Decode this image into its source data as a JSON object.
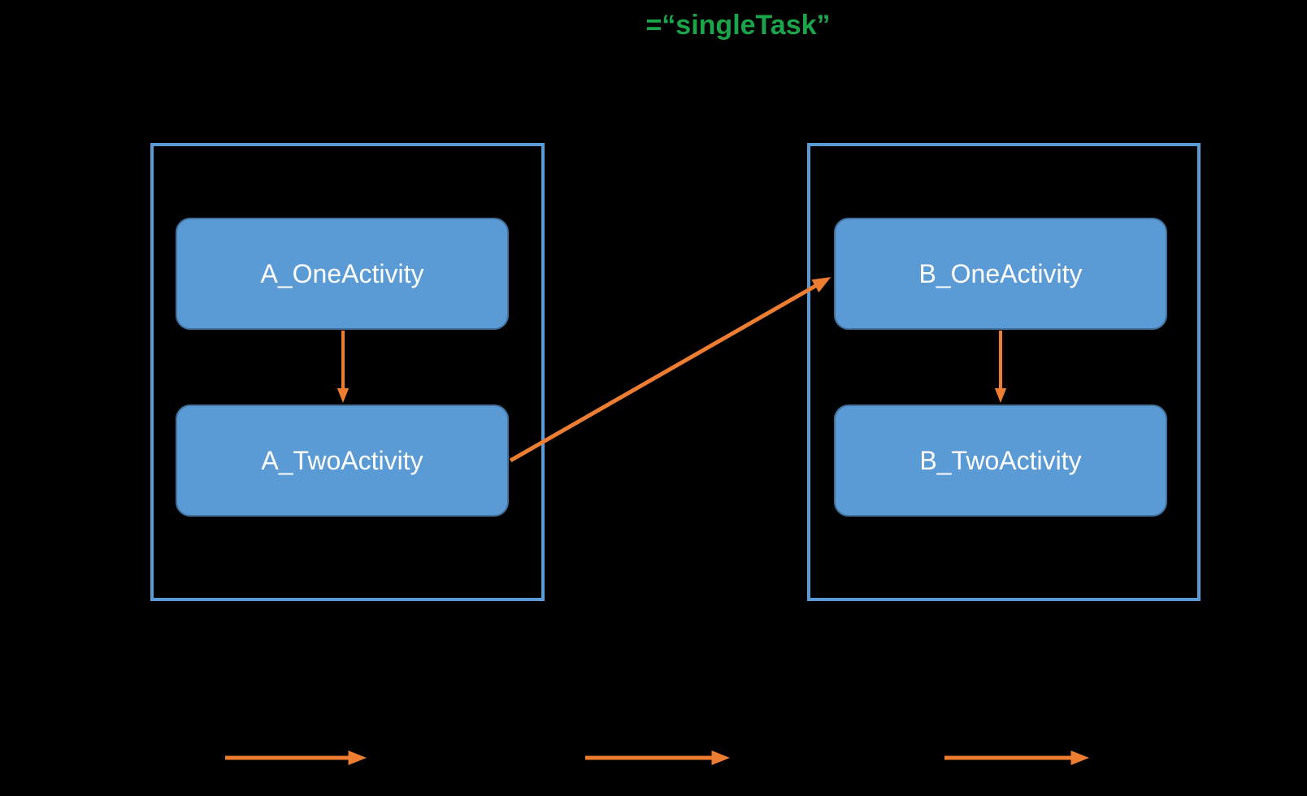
{
  "diagram": {
    "title": {
      "text": "=“singleTask”"
    },
    "tasks": [
      {
        "id": "task-a",
        "activities": [
          {
            "label": "A_OneActivity"
          },
          {
            "label": "A_TwoActivity"
          }
        ]
      },
      {
        "id": "task-b",
        "activities": [
          {
            "label": "B_OneActivity"
          },
          {
            "label": "B_TwoActivity"
          }
        ]
      }
    ],
    "connections": [
      {
        "from": "A_OneActivity",
        "to": "A_TwoActivity",
        "style": "orange-arrow"
      },
      {
        "from": "A_TwoActivity",
        "to": "B_OneActivity",
        "style": "orange-arrow"
      },
      {
        "from": "B_OneActivity",
        "to": "B_TwoActivity",
        "style": "orange-arrow"
      }
    ],
    "legend_arrows": [
      {
        "icon": "orange-arrow"
      },
      {
        "icon": "orange-arrow"
      },
      {
        "icon": "orange-arrow"
      }
    ],
    "colors": {
      "background": "#000000",
      "activity_fill": "#5B9BD5",
      "activity_border": "#41719C",
      "task_border": "#5B9BD5",
      "arrow": "#ED7D31",
      "title_text": "#1CA44A",
      "activity_text": "#FFFFFF"
    }
  }
}
